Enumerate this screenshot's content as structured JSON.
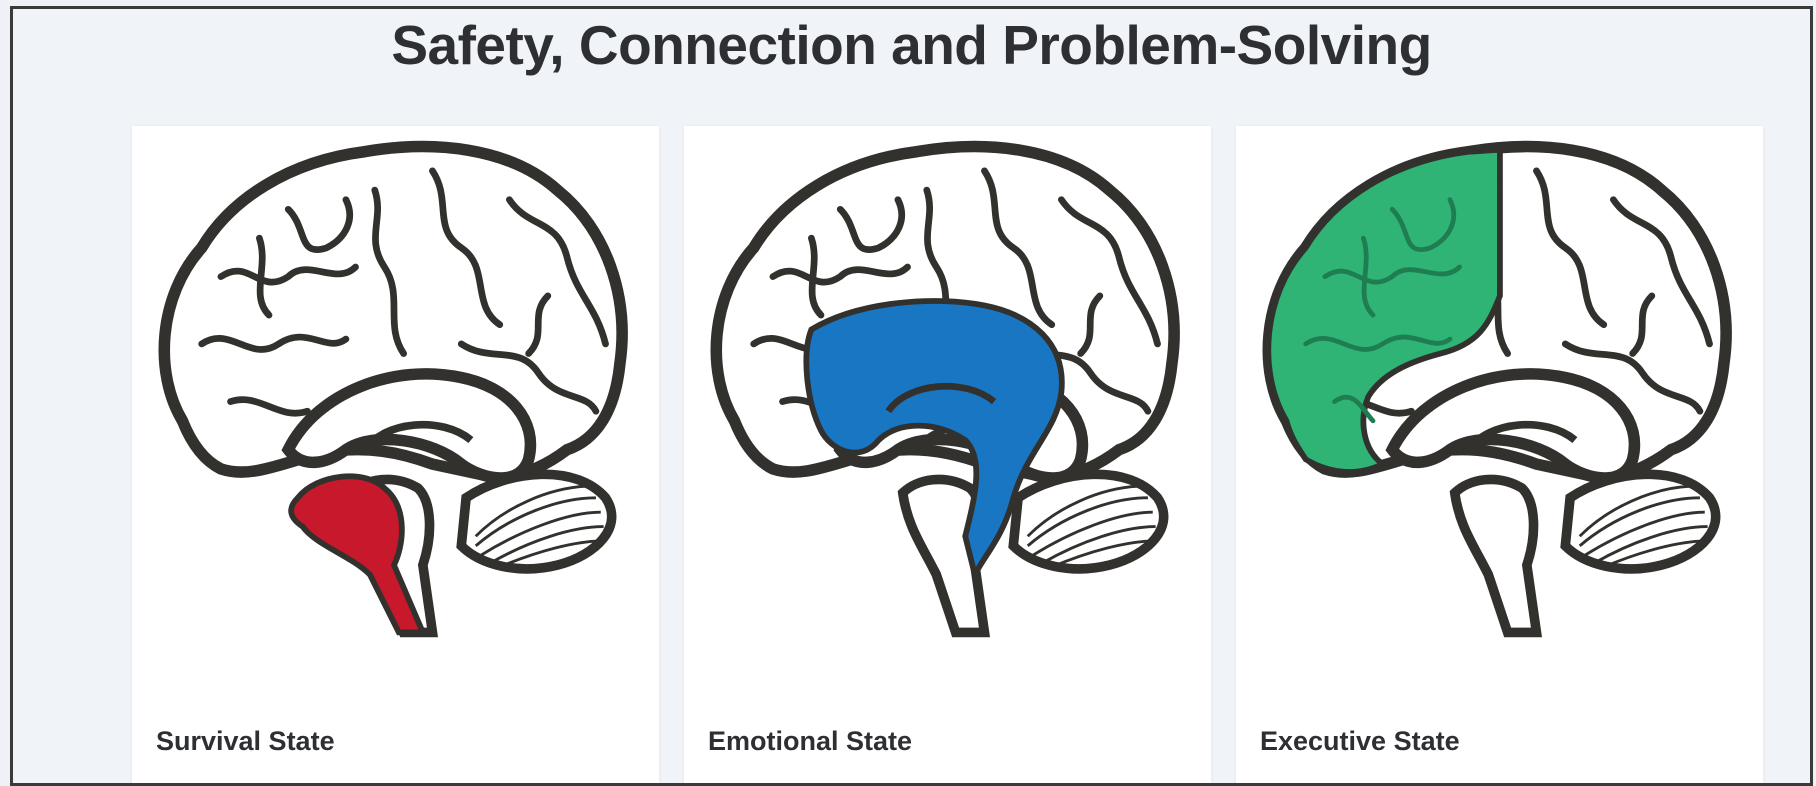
{
  "page": {
    "title": "Safety, Connection and Problem-Solving"
  },
  "cards": [
    {
      "label": "Survival State",
      "highlight_color": "#c8182b",
      "region": "brainstem"
    },
    {
      "label": "Emotional State",
      "highlight_color": "#1976c2",
      "region": "limbic-system"
    },
    {
      "label": "Executive State",
      "highlight_color": "#2fb476",
      "region": "prefrontal-cortex"
    }
  ],
  "colors": {
    "outline": "#33312e",
    "background": "#f0f4f8",
    "card": "#ffffff",
    "text": "#2d2f33"
  }
}
